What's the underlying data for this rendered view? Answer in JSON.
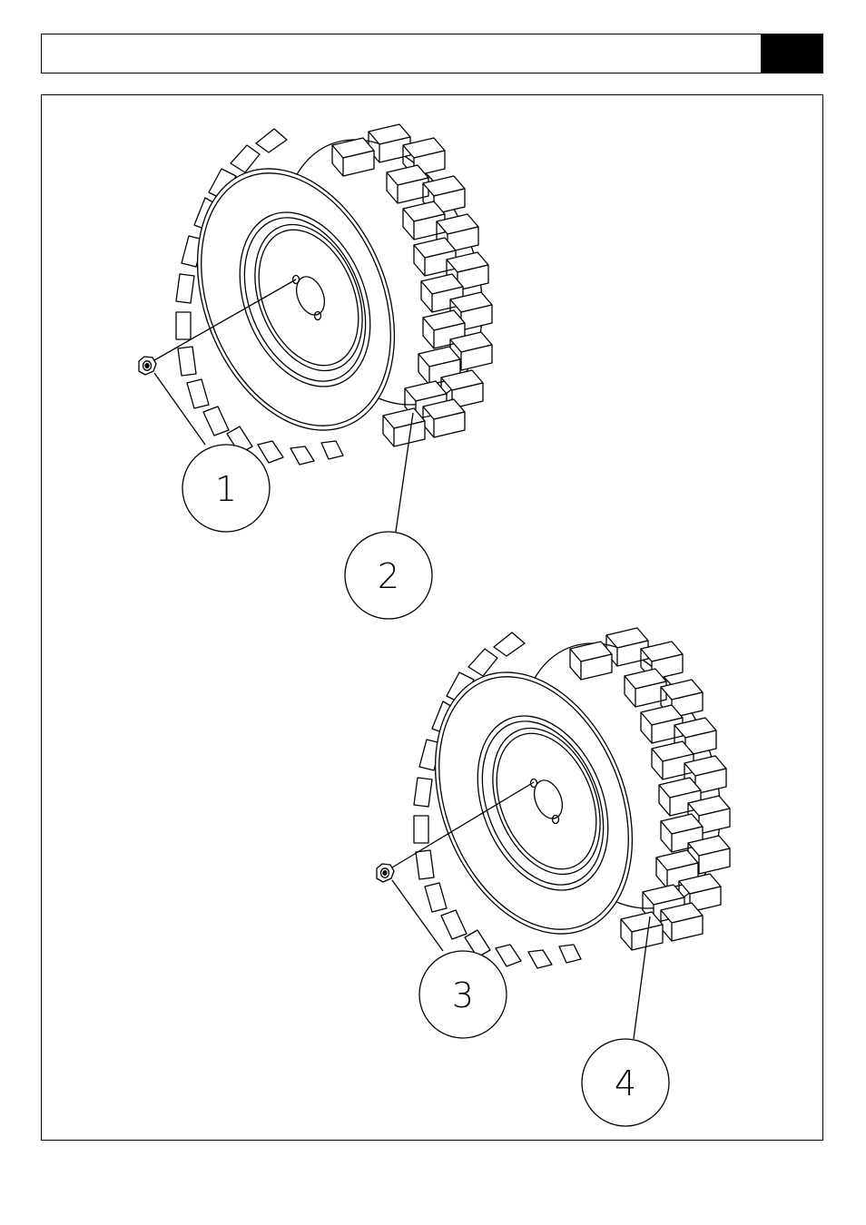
{
  "header": {
    "title": "",
    "page_block_color": "#000000"
  },
  "diagram": {
    "line_color": "#000000",
    "callouts": [
      {
        "number": "1",
        "part": "nut-icon"
      },
      {
        "number": "2",
        "part": "wheel-icon"
      },
      {
        "number": "3",
        "part": "nut-icon"
      },
      {
        "number": "4",
        "part": "wheel-icon"
      }
    ]
  }
}
